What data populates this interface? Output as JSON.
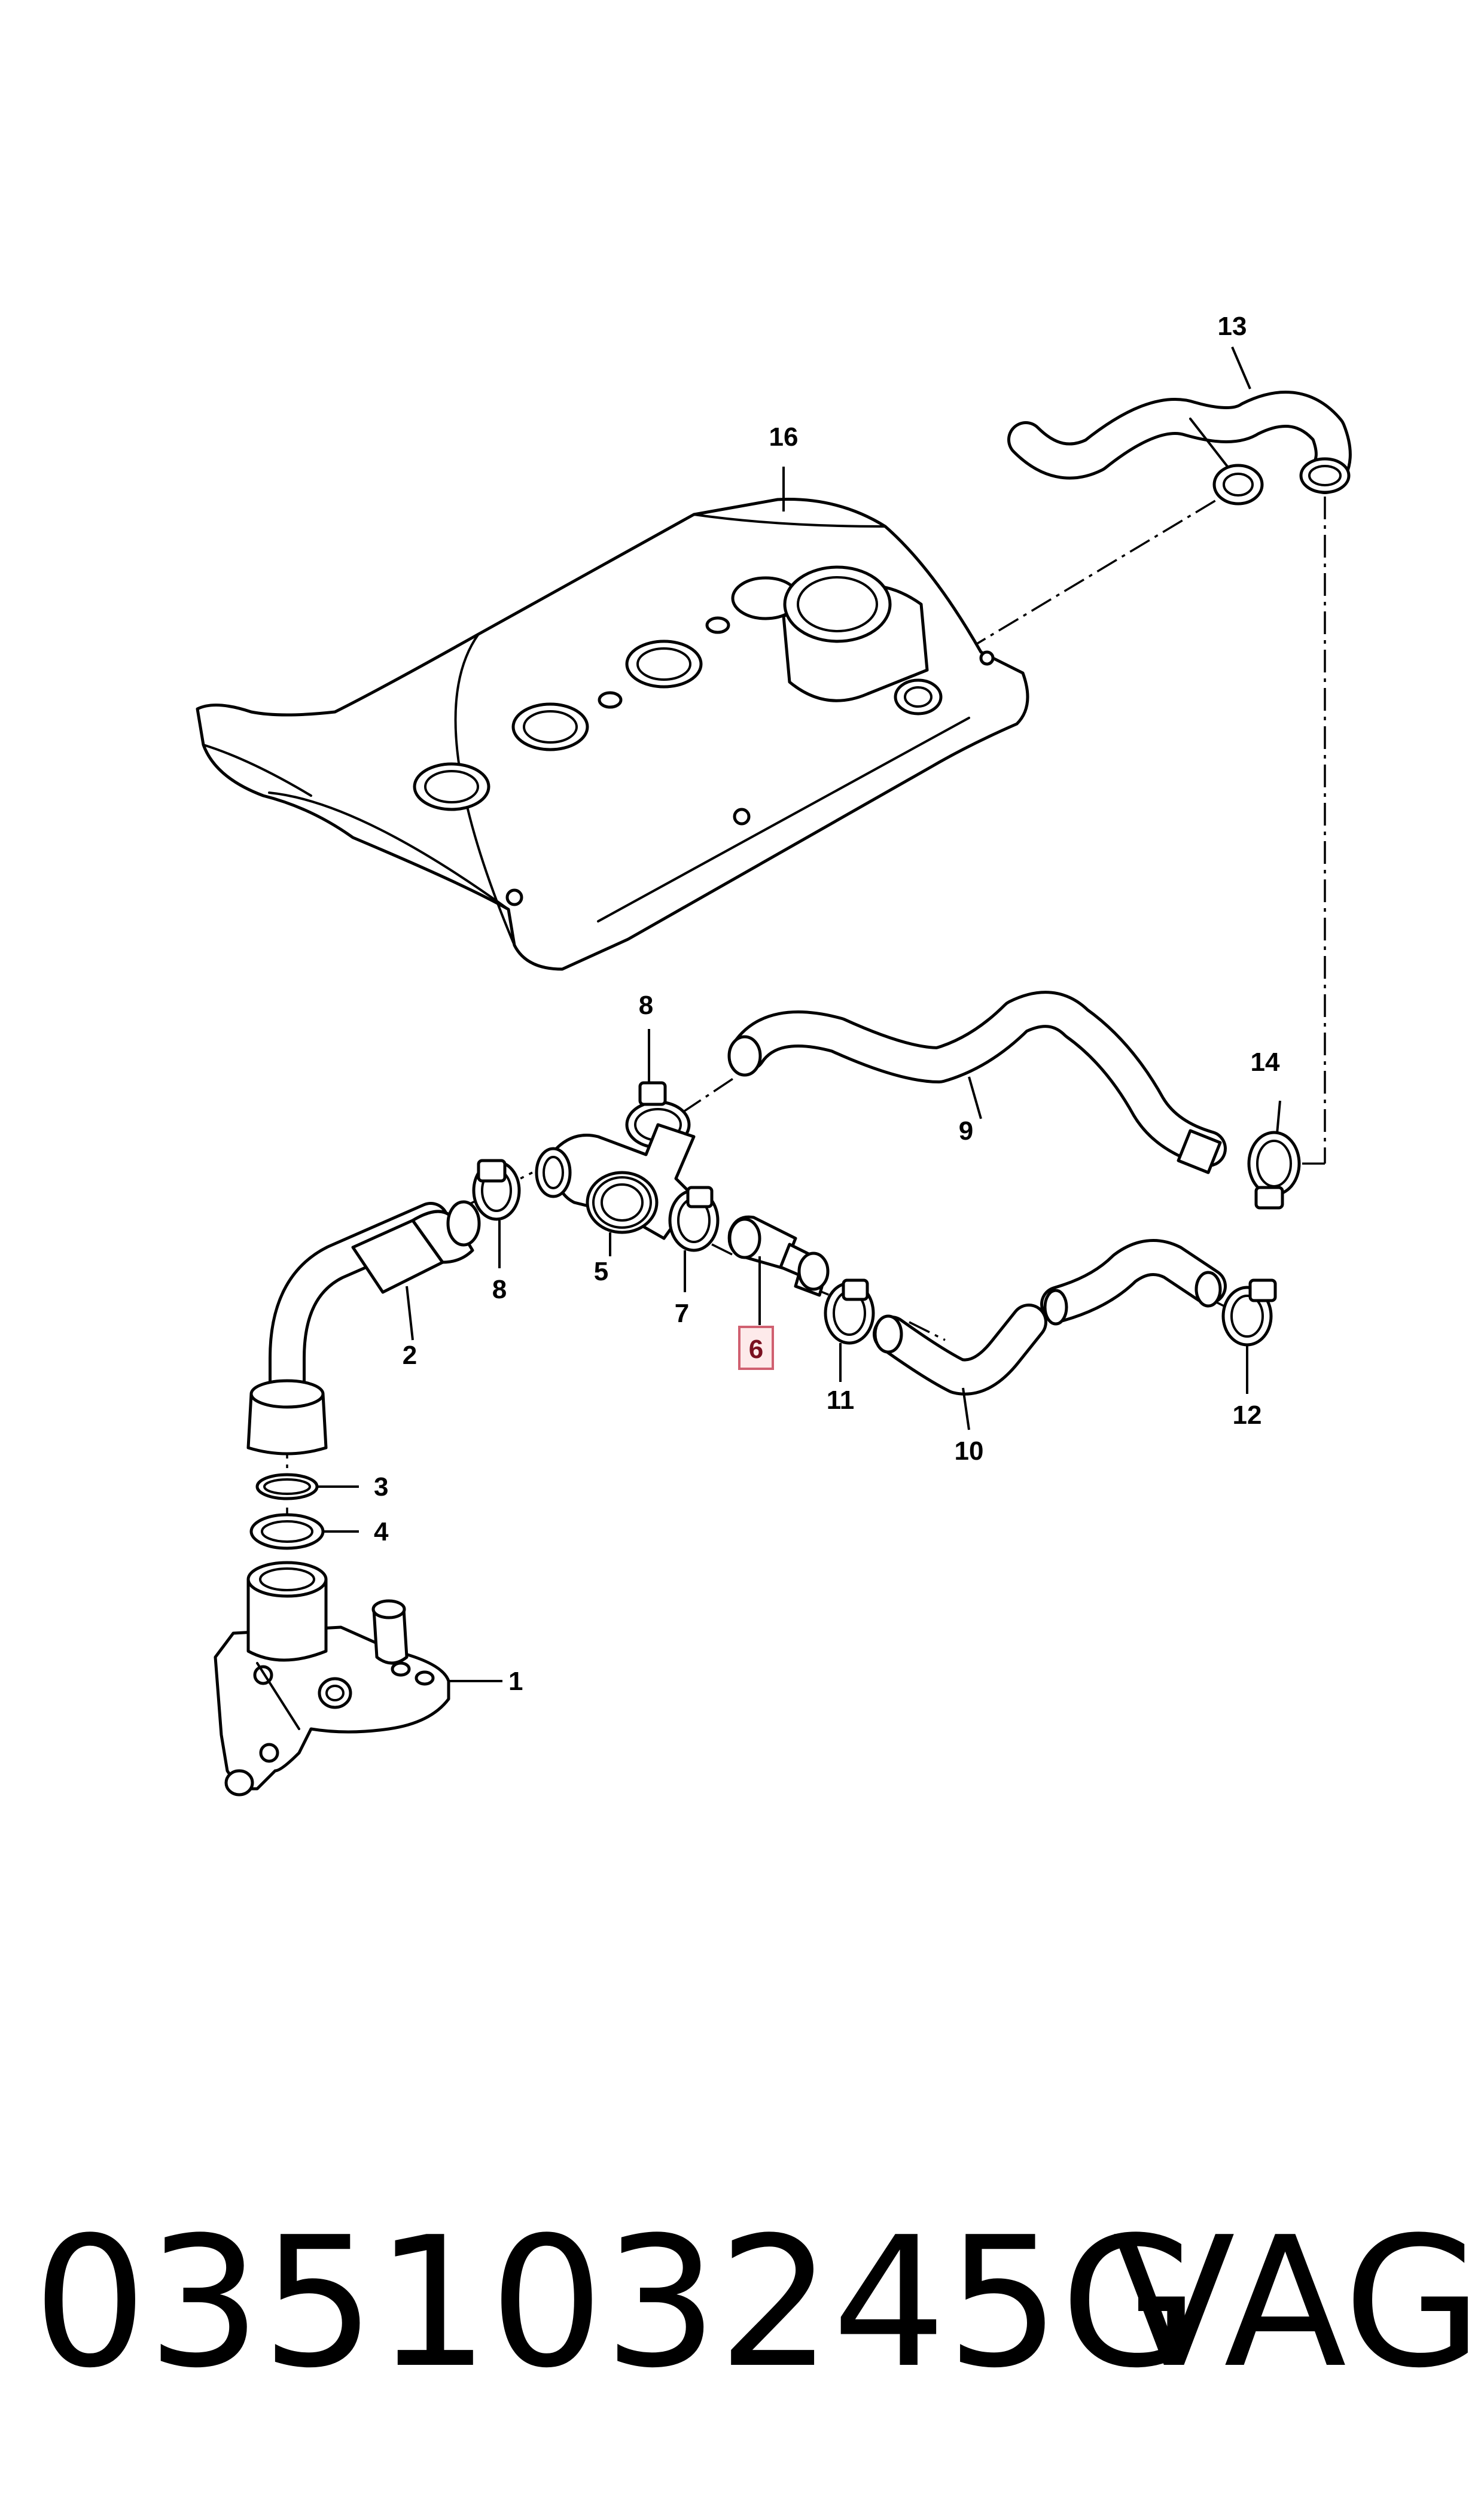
{
  "diagram": {
    "callouts": {
      "c1": "1",
      "c2": "2",
      "c3": "3",
      "c4": "4",
      "c5": "5",
      "c6": "6",
      "c7": "7",
      "c8a": "8",
      "c8b": "8",
      "c9": "9",
      "c10": "10",
      "c11": "11",
      "c12": "12",
      "c13": "13",
      "c14": "14",
      "c16": "16"
    },
    "highlighted_callout": "6",
    "colors": {
      "line": "#000000",
      "highlight_fill": "#fdeaea",
      "highlight_border": "#d06070",
      "highlight_text": "#7a1020"
    }
  },
  "footer": {
    "part_number": "035103245G",
    "brand": "VAG"
  }
}
